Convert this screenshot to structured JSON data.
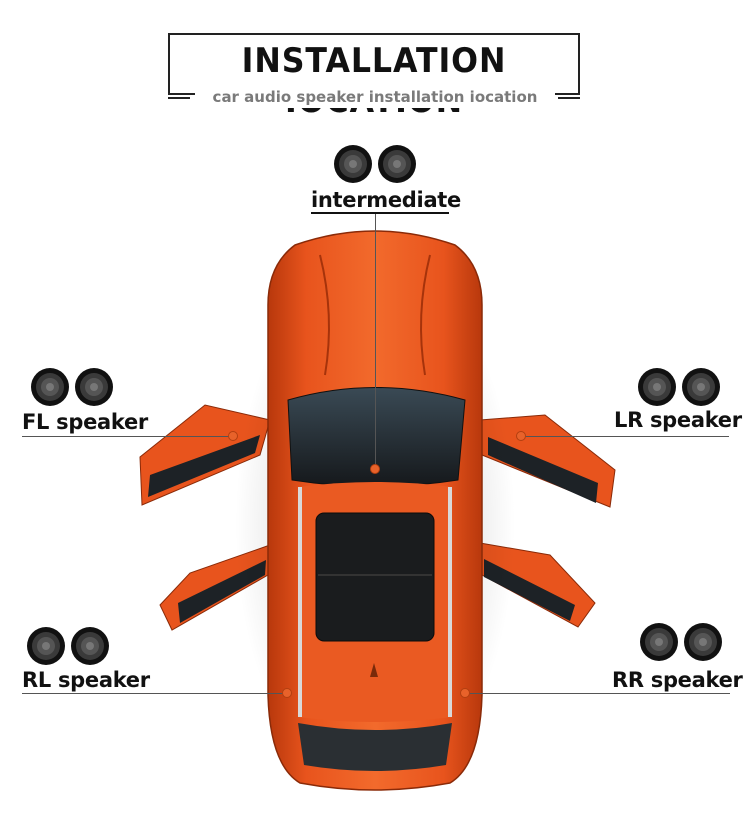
{
  "header": {
    "title": "INSTALLATION  IOCATION",
    "subtitle": "car audio speaker installation iocation"
  },
  "positions": {
    "intermediate": "intermediate",
    "fl": "FL speaker",
    "lr": "LR speaker",
    "rl": "RL speaker",
    "rr": "RR speaker"
  },
  "colors": {
    "car_body": "#e8541d",
    "car_dark": "#b8380c",
    "glass": "#1f2327",
    "speaker": "#2a2a2a"
  },
  "icons": [
    "tweeter-speaker-icon"
  ]
}
